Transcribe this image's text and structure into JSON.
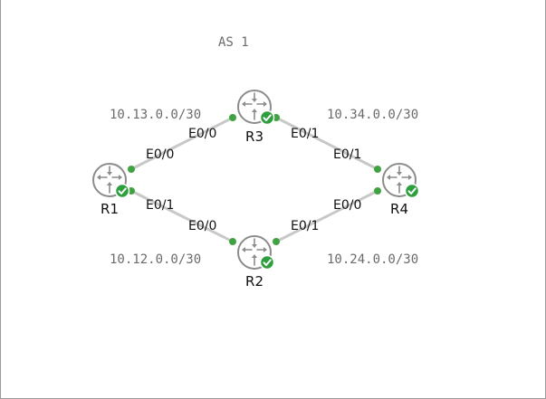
{
  "as_label": "AS 1",
  "subnets": {
    "r1_r3": "10.13.0.0/30",
    "r3_r4": "10.34.0.0/30",
    "r1_r2": "10.12.0.0/30",
    "r2_r4": "10.24.0.0/30"
  },
  "routers": {
    "r1": {
      "name": "R1",
      "status": "ok"
    },
    "r2": {
      "name": "R2",
      "status": "ok"
    },
    "r3": {
      "name": "R3",
      "status": "ok"
    },
    "r4": {
      "name": "R4",
      "status": "ok"
    }
  },
  "interfaces": {
    "r1_to_r3": "E0/0",
    "r3_to_r1": "E0/0",
    "r3_to_r4": "E0/1",
    "r4_to_r3": "E0/1",
    "r1_to_r2": "E0/1",
    "r2_to_r1": "E0/0",
    "r2_to_r4": "E0/1",
    "r4_to_r2": "E0/0"
  },
  "colors": {
    "link": "#c8c8c8",
    "port": "#3fa33f",
    "status_ok": "#2e9e3e",
    "router_outline": "#8c8c8c"
  }
}
